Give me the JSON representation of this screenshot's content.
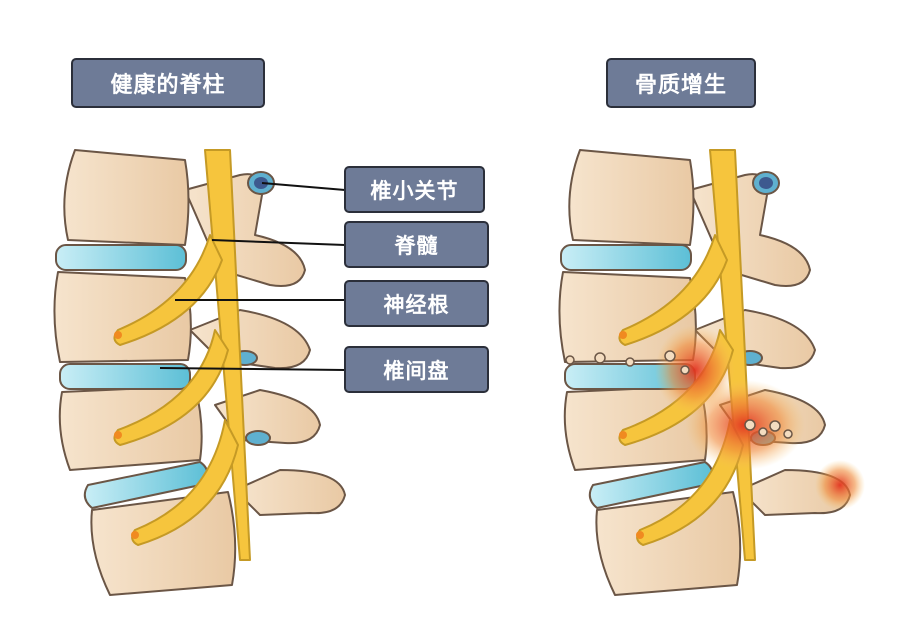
{
  "titles": {
    "healthy": "健康的脊柱",
    "hyperplasia": "骨质增生"
  },
  "labels": [
    "椎小关节",
    "脊髓",
    "神经根",
    "椎间盘"
  ],
  "colors": {
    "label_bg": "#6e7b97",
    "bone": "#f3dcc0",
    "disc": "#8fd3e3",
    "nerve": "#f6c53d",
    "inflammation": "#e64a2e"
  }
}
